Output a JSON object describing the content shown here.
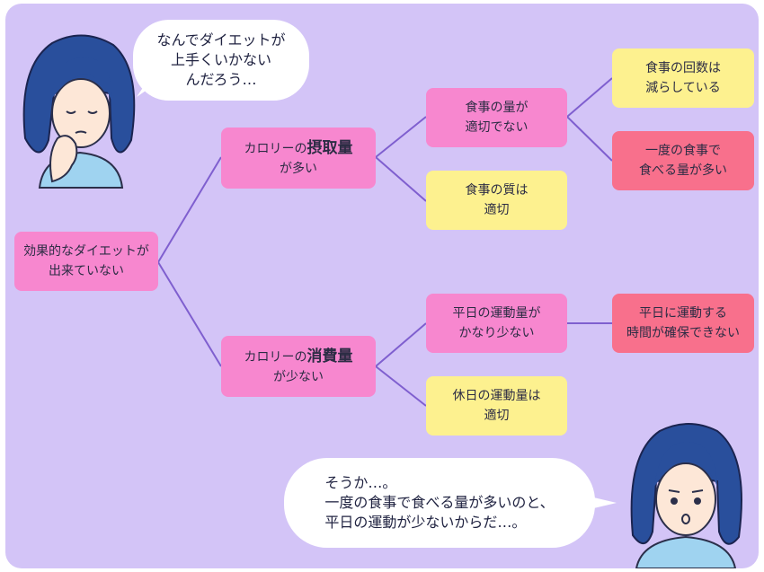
{
  "thought_bubble": {
    "text": "なんでダイエットが\n上手くいかない\nんだろう…"
  },
  "root": {
    "text": "効果的なダイエットが\n出来ていない"
  },
  "branch_top": {
    "prefix": "カロリーの",
    "emphasis": "摂取量",
    "suffix": "が多い"
  },
  "branch_bottom": {
    "prefix": "カロリーの",
    "emphasis": "消費量",
    "suffix": "が少ない"
  },
  "meal_amount": {
    "text": "食事の量が\n適切でない"
  },
  "meal_quality": {
    "text": "食事の質は\n適切"
  },
  "meal_count": {
    "text": "食事の回数は\n減らしている"
  },
  "meal_portion": {
    "text": "一度の食事で\n食べる量が多い"
  },
  "weekday_exercise": {
    "text": "平日の運動量が\nかなり少ない"
  },
  "holiday_exercise": {
    "text": "休日の運動量は\n適切"
  },
  "no_time": {
    "text": "平日に運動する\n時間が確保できない"
  },
  "speech_bubble": {
    "text": "そうか…。\n一度の食事で食べる量が多いのと、\n平日の運動が少ないからだ…。"
  },
  "colors": {
    "background": "#d3c4f7",
    "pink": "#f787cf",
    "yellow": "#fdf18f",
    "coral": "#f8708c",
    "line": "#7f5fcf",
    "hair": "#294f9c",
    "skin": "#fde7d7",
    "shirt": "#9fd3f0"
  },
  "icons": [
    "thinking-woman-illustration",
    "realizing-woman-illustration"
  ]
}
